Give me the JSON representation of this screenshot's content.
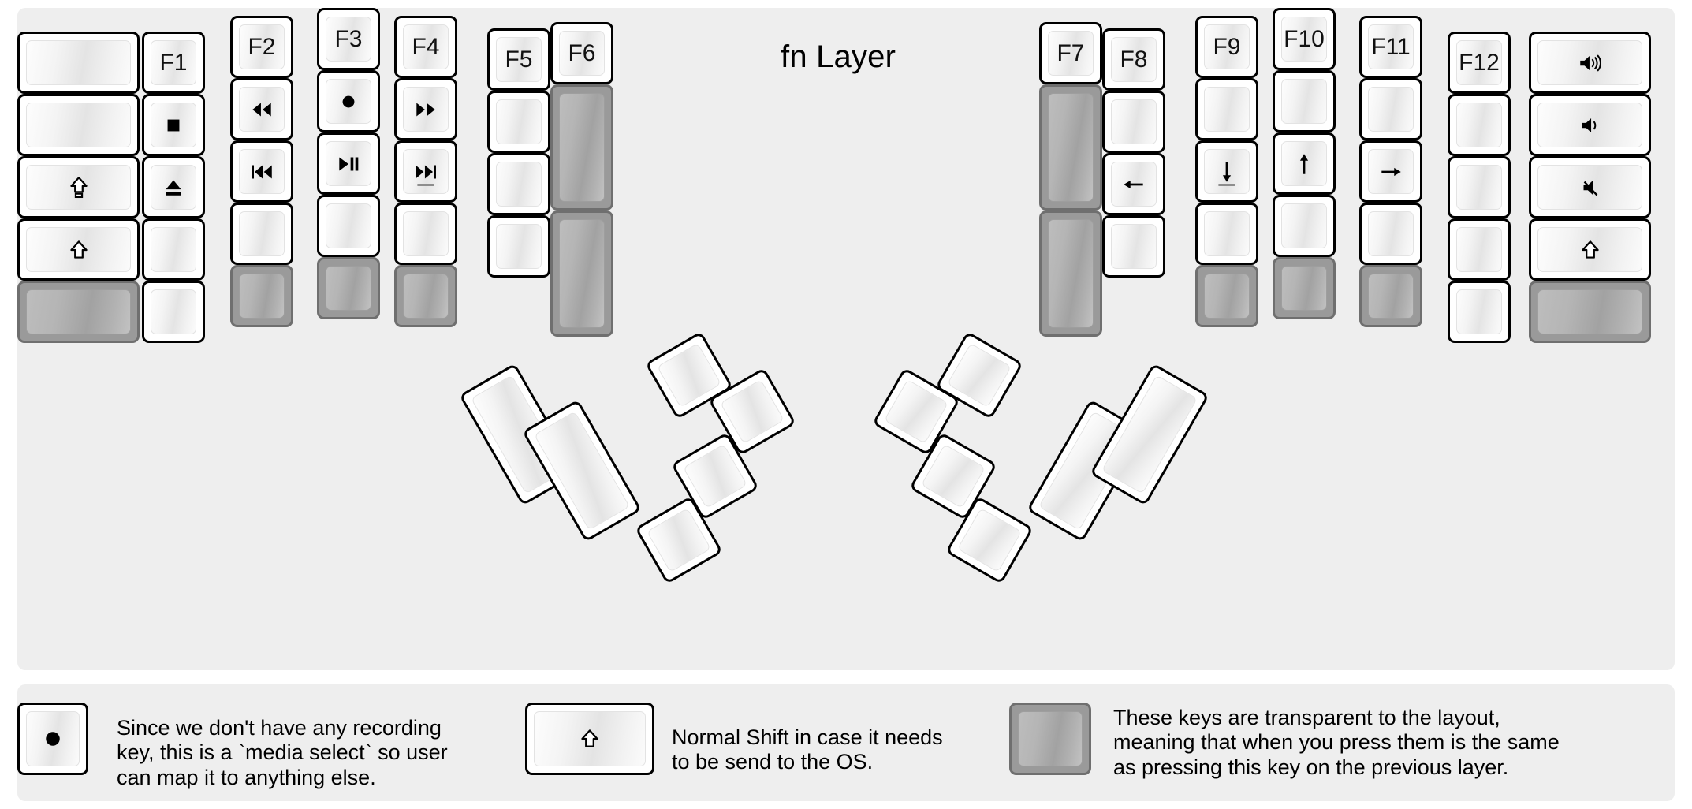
{
  "title": "fn Layer",
  "colors": {
    "background": "#eeeeee",
    "key_border": "#000000",
    "key_face_light": "#fdfdfd",
    "key_face_mid": "#e4e4e4",
    "transparent_border": "#6f6f6f",
    "transparent_face": "#b0b0b0",
    "label_text": "#111111"
  },
  "legend": [
    {
      "key_icon": "record-icon",
      "text": "Since we don't have any recording\nkey, this is a `media select` so user\ncan map it to anything else."
    },
    {
      "key_icon": "shift-arrow-icon",
      "text": "Normal Shift in case it needs\nto be send to the OS."
    },
    {
      "key_icon": "transparent-blank",
      "text": "These keys are transparent to the layout,\nmeaning that when you press them is the same\nas pressing this key on the previous layer."
    }
  ],
  "left_half": {
    "name": "left-keyboard-half",
    "columns": [
      {
        "name": "col-pinky-outer",
        "keys": [
          {
            "name": "key-blank-r1c1",
            "label": "",
            "icon": "",
            "transparent": false
          },
          {
            "name": "key-blank-r2c1",
            "label": "",
            "icon": "",
            "transparent": false
          },
          {
            "name": "key-capslock",
            "label": "",
            "icon": "capslock-icon",
            "transparent": false
          },
          {
            "name": "key-shift-left",
            "label": "",
            "icon": "shift-arrow-icon",
            "transparent": false
          },
          {
            "name": "key-transparent-bottom-outer",
            "label": "",
            "icon": "",
            "transparent": true
          }
        ]
      },
      {
        "name": "col-pinky",
        "keys": [
          {
            "name": "key-f1",
            "label": "F1",
            "icon": "",
            "transparent": false
          },
          {
            "name": "key-media-stop",
            "label": "",
            "icon": "stop-icon",
            "transparent": false
          },
          {
            "name": "key-media-eject",
            "label": "",
            "icon": "eject-icon",
            "transparent": false
          },
          {
            "name": "key-blank-r4c2",
            "label": "",
            "icon": "",
            "transparent": false
          },
          {
            "name": "key-blank-r5c2",
            "label": "",
            "icon": "",
            "transparent": false
          }
        ]
      },
      {
        "name": "col-ring-inner",
        "keys": [
          {
            "name": "key-f2",
            "label": "F2",
            "icon": "",
            "transparent": false
          },
          {
            "name": "key-media-rewind",
            "label": "",
            "icon": "rewind-icon",
            "transparent": false
          },
          {
            "name": "key-media-prev",
            "label": "",
            "icon": "prev-track-icon",
            "transparent": false
          },
          {
            "name": "key-blank-r4c3",
            "label": "",
            "icon": "",
            "transparent": false
          },
          {
            "name": "key-transparent-r5c3",
            "label": "",
            "icon": "",
            "transparent": true
          }
        ]
      },
      {
        "name": "col-middle",
        "keys": [
          {
            "name": "key-f3",
            "label": "F3",
            "icon": "",
            "transparent": false
          },
          {
            "name": "key-media-record",
            "label": "",
            "icon": "record-icon",
            "transparent": false
          },
          {
            "name": "key-media-playpause",
            "label": "",
            "icon": "play-pause-icon",
            "transparent": false
          },
          {
            "name": "key-blank-r4c4",
            "label": "",
            "icon": "",
            "transparent": false
          },
          {
            "name": "key-transparent-r5c4",
            "label": "",
            "icon": "",
            "transparent": true
          }
        ]
      },
      {
        "name": "col-index",
        "keys": [
          {
            "name": "key-f4",
            "label": "F4",
            "icon": "",
            "transparent": false
          },
          {
            "name": "key-media-fastforward",
            "label": "",
            "icon": "fast-forward-icon",
            "transparent": false
          },
          {
            "name": "key-media-next",
            "label": "",
            "icon": "next-track-icon",
            "transparent": false,
            "homing": true
          },
          {
            "name": "key-blank-r4c5",
            "label": "",
            "icon": "",
            "transparent": false
          },
          {
            "name": "key-transparent-r5c5",
            "label": "",
            "icon": "",
            "transparent": true
          }
        ]
      },
      {
        "name": "col-index-inner",
        "keys": [
          {
            "name": "key-f5",
            "label": "F5",
            "icon": "",
            "transparent": false
          },
          {
            "name": "key-blank-r2c6",
            "label": "",
            "icon": "",
            "transparent": false
          },
          {
            "name": "key-blank-r3c6",
            "label": "",
            "icon": "",
            "transparent": false
          },
          {
            "name": "key-blank-r4c6",
            "label": "",
            "icon": "",
            "transparent": false
          }
        ]
      },
      {
        "name": "col-inner-most",
        "keys": [
          {
            "name": "key-f6",
            "label": "F6",
            "icon": "",
            "transparent": false
          },
          {
            "name": "key-transparent-tall-1",
            "label": "",
            "icon": "",
            "transparent": true
          },
          {
            "name": "key-transparent-tall-2",
            "label": "",
            "icon": "",
            "transparent": true
          }
        ]
      }
    ],
    "thumb_cluster": {
      "name": "left-thumb-cluster",
      "keys": [
        {
          "name": "thumb-key-1u-top",
          "label": "",
          "icon": ""
        },
        {
          "name": "thumb-key-1u-right",
          "label": "",
          "icon": ""
        },
        {
          "name": "thumb-key-1u-mid",
          "label": "",
          "icon": ""
        },
        {
          "name": "thumb-key-1u-bottom",
          "label": "",
          "icon": ""
        },
        {
          "name": "thumb-key-2u-outer",
          "label": "",
          "icon": ""
        },
        {
          "name": "thumb-key-2u-inner",
          "label": "",
          "icon": ""
        }
      ]
    }
  },
  "right_half": {
    "name": "right-keyboard-half",
    "columns": [
      {
        "name": "col-inner-most-r",
        "keys": [
          {
            "name": "key-f7",
            "label": "F7",
            "icon": "",
            "transparent": false
          },
          {
            "name": "key-transparent-tall-r1",
            "label": "",
            "icon": "",
            "transparent": true
          },
          {
            "name": "key-transparent-tall-r2",
            "label": "",
            "icon": "",
            "transparent": true
          }
        ]
      },
      {
        "name": "col-index-inner-r",
        "keys": [
          {
            "name": "key-f8",
            "label": "F8",
            "icon": "",
            "transparent": false
          },
          {
            "name": "key-blank-r2c8",
            "label": "",
            "icon": "",
            "transparent": false
          },
          {
            "name": "key-arrow-left",
            "label": "",
            "icon": "arrow-left-icon",
            "transparent": false
          },
          {
            "name": "key-blank-r4c8",
            "label": "",
            "icon": "",
            "transparent": false
          }
        ]
      },
      {
        "name": "col-index-r",
        "keys": [
          {
            "name": "key-f9",
            "label": "F9",
            "icon": "",
            "transparent": false
          },
          {
            "name": "key-blank-r2c9",
            "label": "",
            "icon": "",
            "transparent": false
          },
          {
            "name": "key-arrow-down",
            "label": "",
            "icon": "arrow-down-icon",
            "transparent": false,
            "homing": true
          },
          {
            "name": "key-blank-r4c9",
            "label": "",
            "icon": "",
            "transparent": false
          },
          {
            "name": "key-transparent-r5c9",
            "label": "",
            "icon": "",
            "transparent": true
          }
        ]
      },
      {
        "name": "col-middle-r",
        "keys": [
          {
            "name": "key-f10",
            "label": "F10",
            "icon": "",
            "transparent": false
          },
          {
            "name": "key-blank-r2c10",
            "label": "",
            "icon": "",
            "transparent": false
          },
          {
            "name": "key-arrow-up",
            "label": "",
            "icon": "arrow-up-icon",
            "transparent": false
          },
          {
            "name": "key-blank-r4c10",
            "label": "",
            "icon": "",
            "transparent": false
          },
          {
            "name": "key-transparent-r5c10",
            "label": "",
            "icon": "",
            "transparent": true
          }
        ]
      },
      {
        "name": "col-ring-r",
        "keys": [
          {
            "name": "key-f11",
            "label": "F11",
            "icon": "",
            "transparent": false
          },
          {
            "name": "key-blank-r2c11",
            "label": "",
            "icon": "",
            "transparent": false
          },
          {
            "name": "key-arrow-right",
            "label": "",
            "icon": "arrow-right-icon",
            "transparent": false
          },
          {
            "name": "key-blank-r4c11",
            "label": "",
            "icon": "",
            "transparent": false
          },
          {
            "name": "key-transparent-r5c11",
            "label": "",
            "icon": "",
            "transparent": true
          }
        ]
      },
      {
        "name": "col-pinky-r",
        "keys": [
          {
            "name": "key-f12",
            "label": "F12",
            "icon": "",
            "transparent": false
          },
          {
            "name": "key-blank-r2c12",
            "label": "",
            "icon": "",
            "transparent": false
          },
          {
            "name": "key-blank-r3c12",
            "label": "",
            "icon": "",
            "transparent": false
          },
          {
            "name": "key-blank-r4c12",
            "label": "",
            "icon": "",
            "transparent": false
          },
          {
            "name": "key-blank-r5c12",
            "label": "",
            "icon": "",
            "transparent": false
          }
        ]
      },
      {
        "name": "col-pinky-outer-r",
        "keys": [
          {
            "name": "key-volume-up",
            "label": "",
            "icon": "volume-up-icon",
            "transparent": false
          },
          {
            "name": "key-volume-down",
            "label": "",
            "icon": "volume-down-icon",
            "transparent": false
          },
          {
            "name": "key-mute",
            "label": "",
            "icon": "mute-icon",
            "transparent": false
          },
          {
            "name": "key-shift-right",
            "label": "",
            "icon": "shift-arrow-icon",
            "transparent": false
          },
          {
            "name": "key-transparent-bottom-outer-r",
            "label": "",
            "icon": "",
            "transparent": true
          }
        ]
      }
    ],
    "thumb_cluster": {
      "name": "right-thumb-cluster",
      "keys": [
        {
          "name": "thumb-key-1u-top-r",
          "label": "",
          "icon": ""
        },
        {
          "name": "thumb-key-1u-left-r",
          "label": "",
          "icon": ""
        },
        {
          "name": "thumb-key-1u-mid-r",
          "label": "",
          "icon": ""
        },
        {
          "name": "thumb-key-1u-bottom-r",
          "label": "",
          "icon": ""
        },
        {
          "name": "thumb-key-2u-inner-r",
          "label": "",
          "icon": ""
        },
        {
          "name": "thumb-key-2u-outer-r",
          "label": "",
          "icon": ""
        }
      ]
    }
  }
}
